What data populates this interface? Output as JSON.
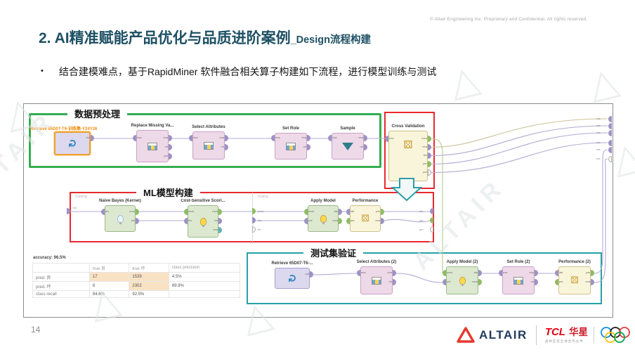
{
  "slide": {
    "copyright": "© Altair Engineering Inc. Proprietary and Confidential. All rights reserved.",
    "title": "2. AI精准赋能产品优化与品质进阶案例",
    "title_suffix": "_Design流程构建",
    "bullet_glyph": "•",
    "bullet_text": "结合建模难点，基于RapidMiner 软件融合相关算子构建如下流程，进行模型训练与测试",
    "page_number": "14",
    "watermark_text": "ALTAIR",
    "watermark_triangle": "△"
  },
  "workflow": {
    "section_labels": {
      "preprocess": "数据预处理",
      "ml": "ML模型构建",
      "test": "测试集验证"
    },
    "pane_labels": {
      "training": "Training",
      "testing": "Testing"
    },
    "port_labels": {
      "res": "res",
      "tra": "tra",
      "mod": "mod",
      "tes": "tes",
      "thr": "thr",
      "per": "per"
    },
    "operators": {
      "retrieve_train": {
        "label": "Retrieve 65D07-T6-训练集-Y24Y26",
        "ports_right": [
          "out|p"
        ]
      },
      "replace_missing": {
        "label": "Replace Missing Va...",
        "ports_left": [
          "exa|p"
        ],
        "ports_right": [
          "exa|p",
          "ori|p",
          "pre|p"
        ]
      },
      "select_attributes": {
        "label": "Select Attributes",
        "ports_left": [
          "exa|p"
        ],
        "ports_right": [
          "exa|p",
          "ori|p"
        ]
      },
      "set_role": {
        "label": "Set Role",
        "ports_left": [
          "exa|p"
        ],
        "ports_right": [
          "exa|p",
          "ori|p"
        ]
      },
      "sample": {
        "label": "Sample",
        "ports_left": [
          "exa|p"
        ],
        "ports_right": [
          "exa|p",
          "ori|p"
        ]
      },
      "cross_validation": {
        "label": "Cross Validation",
        "ports_left": [
          "exa|p"
        ],
        "ports_right": [
          "mod|g",
          "exa|p",
          "tes|p",
          "per|g",
          "per|w"
        ]
      },
      "naive_bayes": {
        "label": "Naive Bayes (Kernel)",
        "ports_left": [
          "tra|p"
        ],
        "ports_right": [
          "mod|g",
          "est|p"
        ]
      },
      "cost_sensitive": {
        "label": "Cost-Sensitive Scori...",
        "ports_left": [
          "mod|g",
          "tra|p"
        ],
        "ports_right": [
          "mod|g",
          "tra|p",
          "exa|t"
        ]
      },
      "apply_model": {
        "label": "Apply Model",
        "ports_left": [
          "mod|g",
          "unl|p"
        ],
        "ports_right": [
          "lab|p",
          "mod|g"
        ]
      },
      "performance": {
        "label": "Performance",
        "ports_left": [
          "lab|p",
          "per|g"
        ],
        "ports_right": [
          "per|g",
          "exa|p"
        ]
      },
      "retrieve_test": {
        "label": "Retrieve 65D07-T6-...",
        "ports_right": [
          "out|p"
        ]
      },
      "select_attributes_2": {
        "label": "Select Attributes (2)",
        "ports_left": [
          "exa|p"
        ],
        "ports_right": [
          "exa|p",
          "ori|p"
        ]
      },
      "apply_model_2": {
        "label": "Apply Model (2)",
        "ports_left": [
          "mod|g",
          "unl|p"
        ],
        "ports_right": [
          "lab|p",
          "mod|g"
        ]
      },
      "set_role_2": {
        "label": "Set Role (2)",
        "ports_left": [
          "exa|p"
        ],
        "ports_right": [
          "exa|p",
          "ori|p"
        ]
      },
      "performance_2": {
        "label": "Performance (2)",
        "ports_left": [
          "lab|p",
          "per|g"
        ],
        "ports_right": [
          "per|g",
          "exa|p"
        ]
      }
    },
    "result_table": {
      "title": "accuracy: 96.5%",
      "columns": [
        "",
        "true 良",
        "true 坏",
        "class precision"
      ],
      "rows": [
        {
          "name": "pred. 良",
          "c1": "17",
          "c2": "1539",
          "c3": "4.5%"
        },
        {
          "name": "pred. 坏",
          "c1": "8",
          "c2": "2302",
          "c3": "89.9%"
        },
        {
          "name": "class recall",
          "c1": "84.6%",
          "c2": "92.5%",
          "c3": ""
        }
      ]
    }
  },
  "footer": {
    "altair_text": "ALTAIR",
    "tcl": "TCL",
    "huaxing": "华星",
    "olympic_note": "奥林匹克全球合作伙伴"
  }
}
